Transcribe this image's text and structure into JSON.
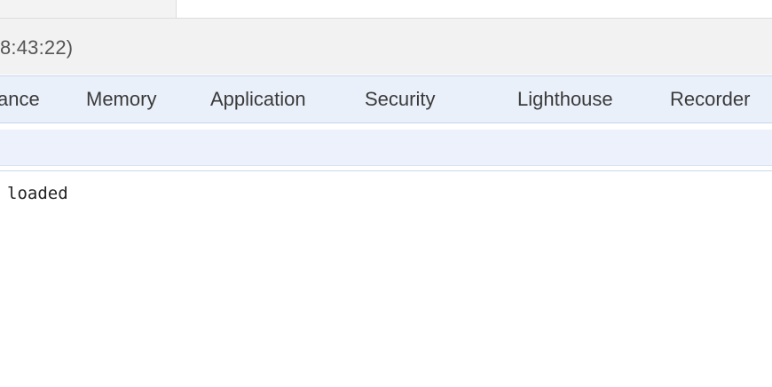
{
  "window": {
    "title_fragment": "8:43:22)"
  },
  "tabs": [
    {
      "label": "ance",
      "id": "performance"
    },
    {
      "label": "Memory",
      "id": "memory"
    },
    {
      "label": "Application",
      "id": "application"
    },
    {
      "label": "Security",
      "id": "security"
    },
    {
      "label": "Lighthouse",
      "id": "lighthouse"
    },
    {
      "label": "Recorder",
      "id": "recorder"
    }
  ],
  "console": {
    "lines": [
      "loaded"
    ]
  },
  "colors": {
    "tab_bar_bg": "#eaf0fa",
    "title_bar_bg": "#f2f2f2",
    "border_blue": "#c5d6ec"
  }
}
